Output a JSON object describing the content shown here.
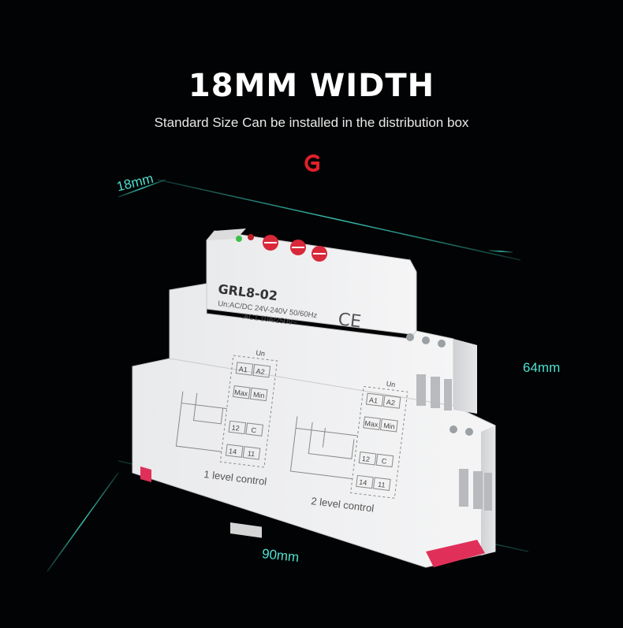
{
  "heading": "18MM WIDTH",
  "subheading": "Standard Size Can be installed in the distribution box",
  "logo_icon": "brand-g-logo",
  "accent_color": "#4fe0d0",
  "dimensions": {
    "width": "18mm",
    "height": "64mm",
    "length": "90mm"
  },
  "device": {
    "model": "GRL8-02",
    "rating_un": "Un:AC/DC 24V-240V 50/60Hz",
    "rating_contact": ":AC1 10A/250V~",
    "ce_mark": "CE",
    "diagram_left_label": "1 level control",
    "diagram_right_label": "2 level control",
    "terminals": {
      "un": "Un",
      "a1": "A1",
      "a2": "A2",
      "max": "Max",
      "min": "Min",
      "t12": "12",
      "c": "C",
      "t14": "14",
      "t11": "11"
    }
  }
}
